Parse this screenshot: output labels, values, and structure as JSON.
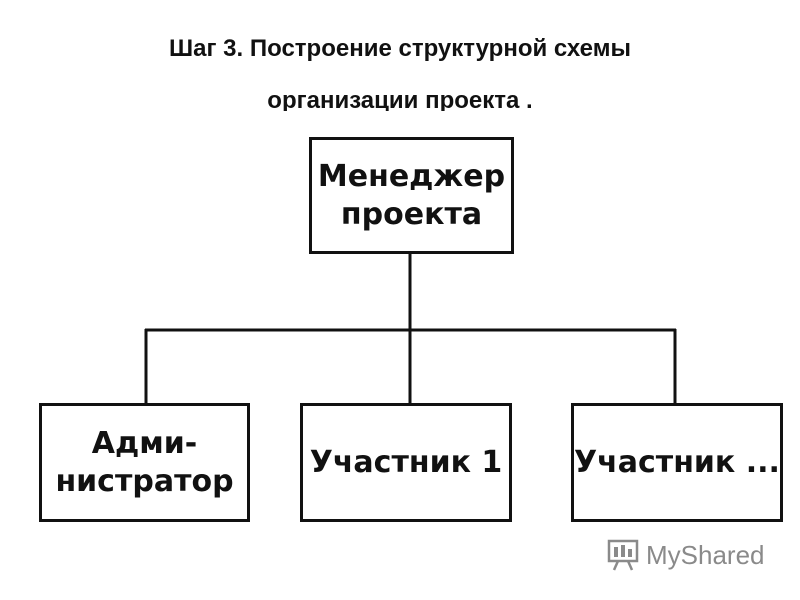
{
  "title": {
    "line1": "Шаг 3. Построение структурной схемы",
    "line2": "организации проекта ."
  },
  "nodes": {
    "manager": "Менеджер\nпроекта",
    "admin": "Адми-\nнистратор",
    "member1": "Участник 1",
    "member_n": "Участник ..."
  },
  "watermark": {
    "text": "MyShared",
    "icon": "presentation-board-icon"
  },
  "colors": {
    "ink": "#111111",
    "watermark": "#8a8a8a"
  }
}
